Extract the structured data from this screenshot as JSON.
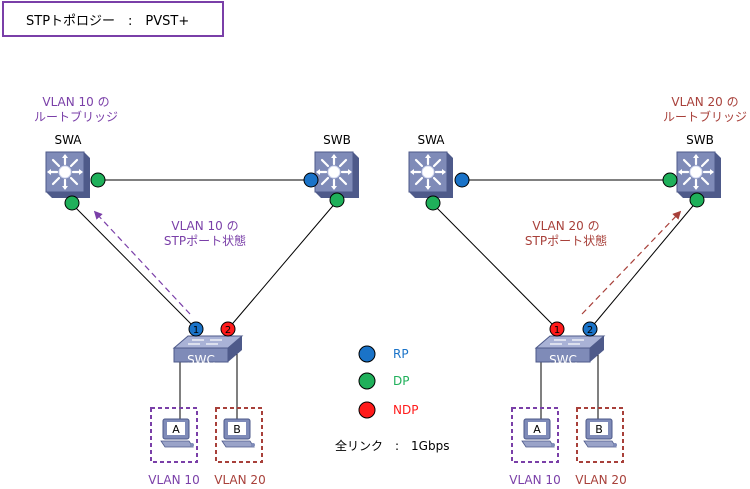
{
  "title": "STPトポロジー　:　PVST+",
  "colors": {
    "rp": "#1a73c8",
    "dp": "#1fb05a",
    "ndp": "#ff1a1a",
    "vlan10": "#7a3fa8",
    "vlan20": "#a8403a",
    "switch_body": "#7f8bb8",
    "switch_dark": "#4e5a8a"
  },
  "left": {
    "swa_label": "SWA",
    "swb_label": "SWB",
    "swc_label": "SWC",
    "root_note": [
      "VLAN 10 の",
      "ルートブリッジ"
    ],
    "stp_note": [
      "VLAN 10 の",
      "STPポート状態"
    ],
    "port1": "1",
    "port2": "2",
    "host_a": "A",
    "host_b": "B",
    "vlan_a": "VLAN 10",
    "vlan_b": "VLAN 20"
  },
  "right": {
    "swa_label": "SWA",
    "swb_label": "SWB",
    "swc_label": "SWC",
    "root_note": [
      "VLAN 20 の",
      "ルートブリッジ"
    ],
    "stp_note": [
      "VLAN 20 の",
      "STPポート状態"
    ],
    "port1": "1",
    "port2": "2",
    "host_a": "A",
    "host_b": "B",
    "vlan_a": "VLAN 10",
    "vlan_b": "VLAN 20"
  },
  "legend": {
    "rp": "RP",
    "dp": "DP",
    "ndp": "NDP",
    "link_note": "全リンク　:　1Gbps"
  }
}
